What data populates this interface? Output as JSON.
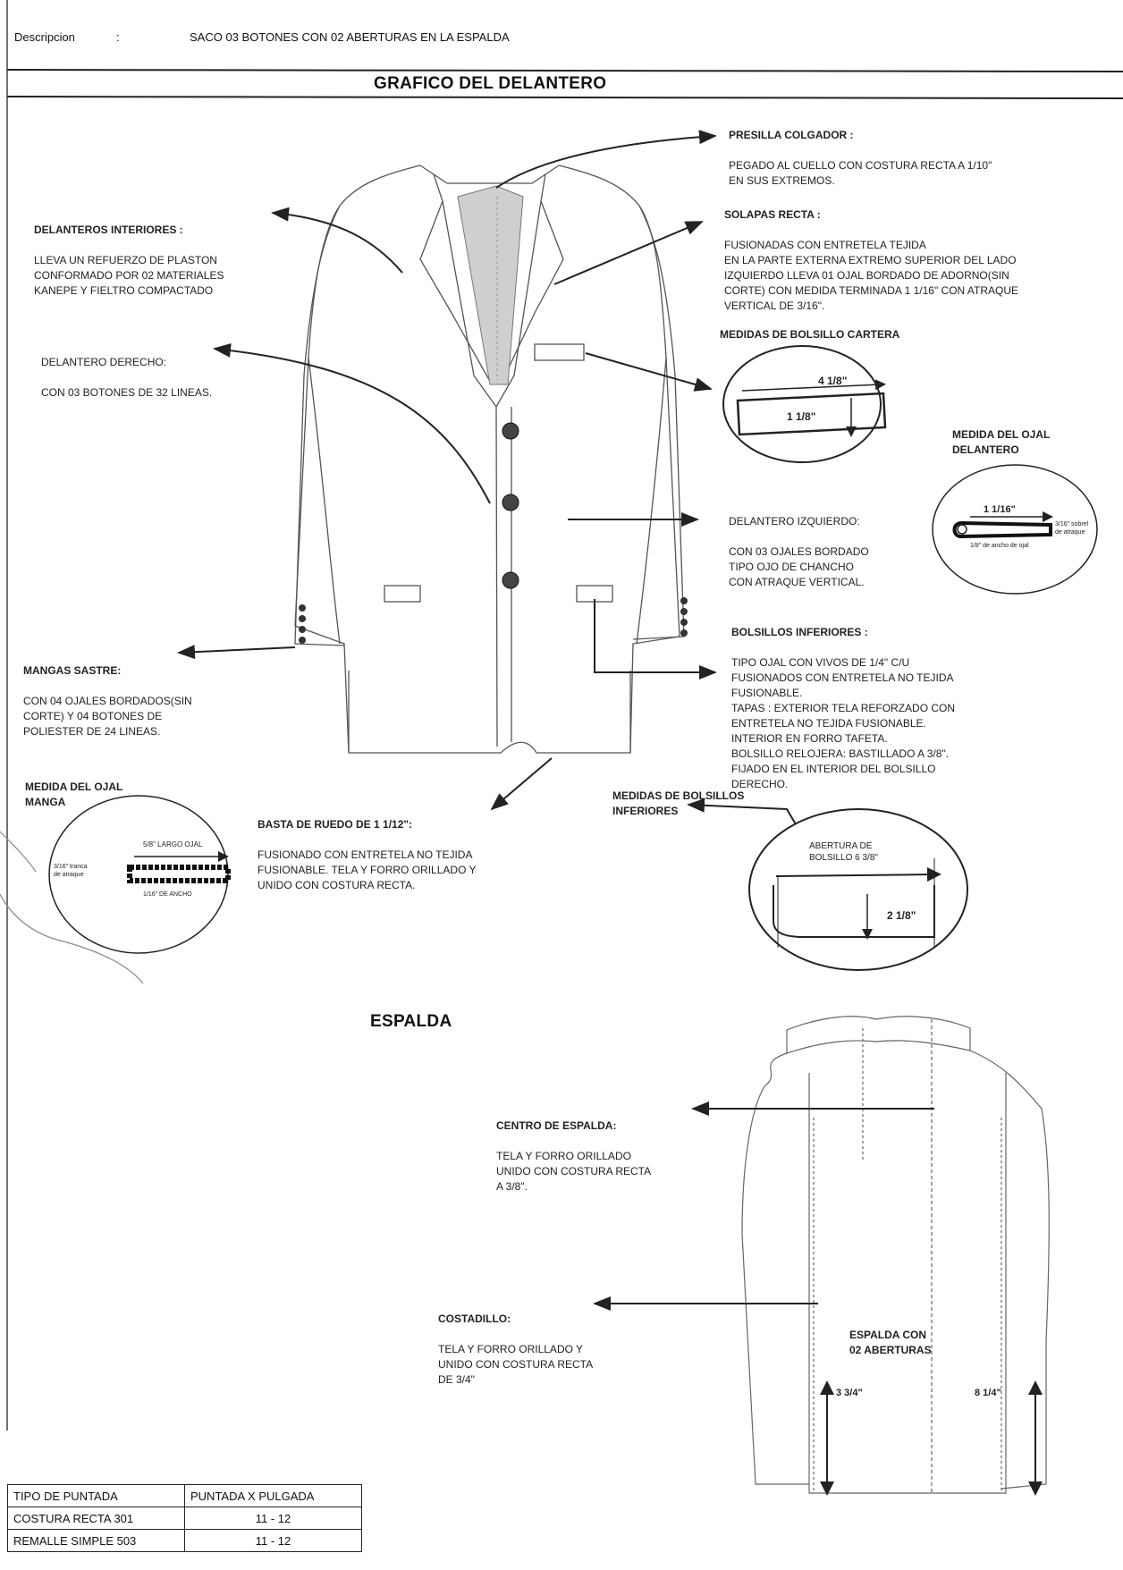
{
  "header": {
    "desc_label": "Descripcion",
    "desc_colon": ":",
    "desc_value": "SACO 03 BOTONES CON 02 ABERTURAS EN LA ESPALDA"
  },
  "front_title": "GRAFICO DEL DELANTERO",
  "back_title": "ESPALDA",
  "notes": {
    "presilla": {
      "title": "PRESILLA COLGADOR :",
      "body": "PEGADO AL CUELLO CON COSTURA RECTA A 1/10\"\nEN SUS EXTREMOS."
    },
    "solapas": {
      "title": "SOLAPAS RECTA :",
      "body": "FUSIONADAS CON ENTRETELA TEJIDA\nEN LA PARTE EXTERNA EXTREMO SUPERIOR DEL LADO\nIZQUIERDO LLEVA 01 OJAL BORDADO DE ADORNO(SIN\nCORTE) CON MEDIDA TERMINADA 1 1/16\" CON ATRAQUE\nVERTICAL DE 3/16\"."
    },
    "del_interiores": {
      "title": "DELANTEROS INTERIORES :",
      "body": "LLEVA UN REFUERZO DE PLASTON\nCONFORMADO POR 02 MATERIALES\nKANEPE Y FIELTRO COMPACTADO"
    },
    "del_derecho": {
      "title": "DELANTERO DERECHO:",
      "body": "CON 03 BOTONES DE 32 LINEAS."
    },
    "medidas_cartera": {
      "title": "MEDIDAS DE BOLSILLO CARTERA"
    },
    "medida_ojal_del": {
      "title": "MEDIDA DEL OJAL\nDELANTERO"
    },
    "del_izquierdo": {
      "title": "DELANTERO IZQUIERDO:",
      "body": "CON 03 OJALES BORDADO\nTIPO OJO DE CHANCHO\nCON ATRAQUE VERTICAL."
    },
    "bolsillos_inf": {
      "title": "BOLSILLOS INFERIORES :",
      "body": "TIPO OJAL CON VIVOS DE 1/4\" C/U\nFUSIONADOS CON ENTRETELA NO TEJIDA\nFUSIONABLE.\nTAPAS : EXTERIOR TELA REFORZADO CON\nENTRETELA NO TEJIDA FUSIONABLE.\nINTERIOR EN FORRO TAFETA.\nBOLSILLO RELOJERA: BASTILLADO A 3/8\".\nFIJADO EN EL INTERIOR DEL BOLSILLO\nDERECHO."
    },
    "mangas": {
      "title": "MANGAS SASTRE:",
      "body": "CON 04 OJALES BORDADOS(SIN\nCORTE) Y 04 BOTONES DE\nPOLIESTER DE 24 LINEAS."
    },
    "medida_ojal_manga": {
      "title": "MEDIDA DEL OJAL\nMANGA"
    },
    "basta": {
      "title": "BASTA DE RUEDO DE 1 1/12\":",
      "body": "FUSIONADO CON ENTRETELA NO TEJIDA\nFUSIONABLE. TELA Y FORRO ORILLADO Y\nUNIDO CON COSTURA RECTA."
    },
    "medidas_inf": {
      "title": "MEDIDAS DE BOLSILLOS\nINFERIORES"
    },
    "centro_espalda": {
      "title": "CENTRO DE ESPALDA:",
      "body": "TELA Y FORRO ORILLADO\nUNIDO CON COSTURA RECTA\nA 3/8\"."
    },
    "costadillo": {
      "title": "COSTADILLO:",
      "body": "TELA Y FORRO ORILLADO Y\nUNIDO CON COSTURA RECTA\nDE 3/4\""
    },
    "espalda_aberturas": {
      "title": "ESPALDA CON\n02 ABERTURAS"
    }
  },
  "dims": {
    "cartera_w": "4 1/8\"",
    "cartera_h": "1 1/8\"",
    "ojal_del": "1 1/16\"",
    "ojal_del_note": "3/16\" sobrel\nde atraque",
    "ojal_del_note2": "1/8\" de ancho de ojal",
    "ojal_manga": "5/8\" LARGO OJAL",
    "ojal_manga_note": "3/16\" tranca\nde atraque",
    "ojal_manga_note2": "1/16\" DE ANCHO",
    "abertura_label": "ABERTURA DE\nBOLSILLO 6 3/8\"",
    "bolsillo_h": "2 1/8\"",
    "back_left": "3 3/4\"",
    "back_right": "8 1/4\""
  },
  "stitch_table": {
    "headers": [
      "TIPO DE PUNTADA",
      "PUNTADA X PULGADA"
    ],
    "rows": [
      [
        "COSTURA RECTA 301",
        "11 - 12"
      ],
      [
        "REMALLE SIMPLE 503",
        "11 - 12"
      ]
    ]
  }
}
